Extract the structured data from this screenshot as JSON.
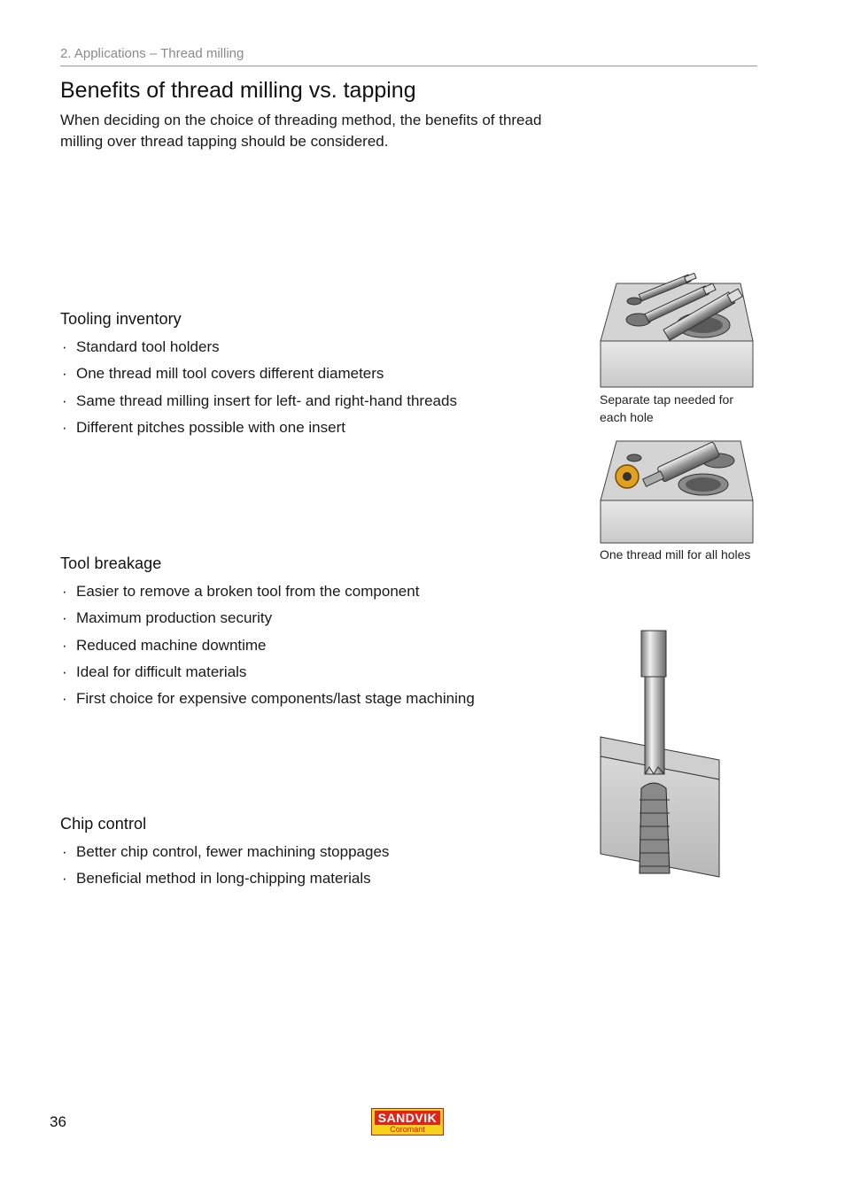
{
  "header": {
    "breadcrumb": "2. Applications – Thread milling"
  },
  "page": {
    "title": "Benefits of thread milling vs. tapping",
    "intro": "When deciding on the choice of threading method, the benefits of thread milling over thread tapping should be considered."
  },
  "sections": [
    {
      "heading": "Tooling inventory",
      "items": [
        "Standard tool holders",
        "One thread mill tool covers different diameters",
        "Same thread milling insert for left- and right-hand threads",
        "Different pitches possible with one insert"
      ]
    },
    {
      "heading": "Tool breakage",
      "items": [
        "Easier to remove a broken tool from the component",
        "Maximum production security",
        "Reduced machine downtime",
        "Ideal for difficult materials",
        "First choice for expensive components/last stage machining"
      ]
    },
    {
      "heading": "Chip control",
      "items": [
        "Better chip control, fewer machining stoppages",
        "Beneficial method in long-chipping materials"
      ]
    }
  ],
  "figures": {
    "caption_taps": "Separate tap needed for each hole",
    "caption_mill": "One thread mill for all holes"
  },
  "footer": {
    "page_number": "36",
    "logo_brand": "SANDVIK",
    "logo_sub": "Coromant"
  },
  "bullet_symbol": "·",
  "colors": {
    "logo_yellow": "#f7d21b",
    "logo_red": "#e2231a",
    "insert_gold": "#e0a020"
  }
}
